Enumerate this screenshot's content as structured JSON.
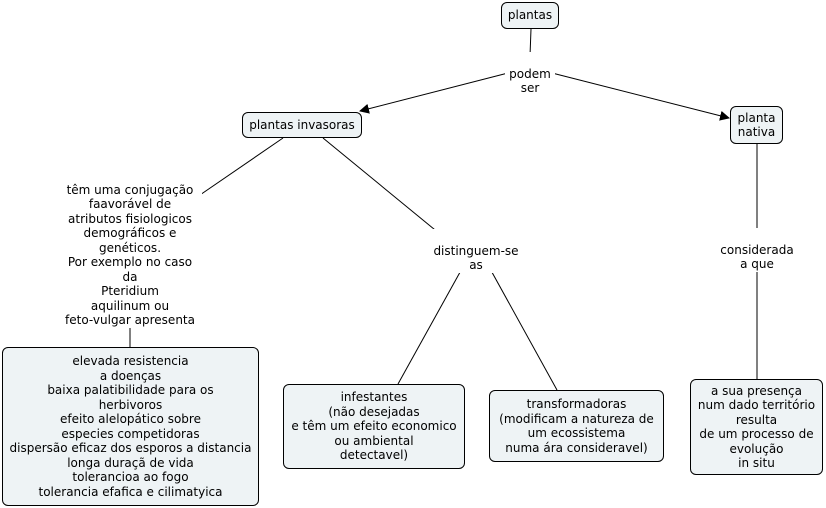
{
  "concept_map": {
    "nodes": {
      "plantas": "plantas",
      "plantas_invasoras": "plantas invasoras",
      "planta_nativa": "planta\nnativa",
      "invasive_attributes": "elevada resistencia\na doenças\nbaixa palatibilidade para os\nherbivoros\nefeito alelopático sobre\nespecies competidoras\ndispersão eficaz dos esporos a distancia\nlonga duraçã de vida\ntolerancioa ao fogo\ntolerancia efafica e cilimatyica",
      "infestantes": "infestantes\n(não desejadas\ne têm um efeito economico\nou ambiental\ndetectavel)",
      "transformadoras": "transformadoras\n(modificam a natureza de\num ecossistema\nnuma ára consideravel)",
      "presenca": "a sua presença\nnum dado território\nresulta\nde um processo de\nevolução\nin situ"
    },
    "linking_phrases": {
      "podem_ser": "podem\nser",
      "tem_conjugacao": "têm uma conjugação\nfaavorável de\natributos fisiologicos\ndemográficos e\ngenéticos.\nPor exemplo no caso\nda\nPteridium\naquilinum ou\nfeto-vulgar apresenta",
      "distinguem_se": "distinguem-se\nas",
      "considerada": "considerada\na que"
    },
    "colors": {
      "node_fill": "#eef3f5",
      "node_border": "#000000",
      "edge": "#000000"
    }
  }
}
